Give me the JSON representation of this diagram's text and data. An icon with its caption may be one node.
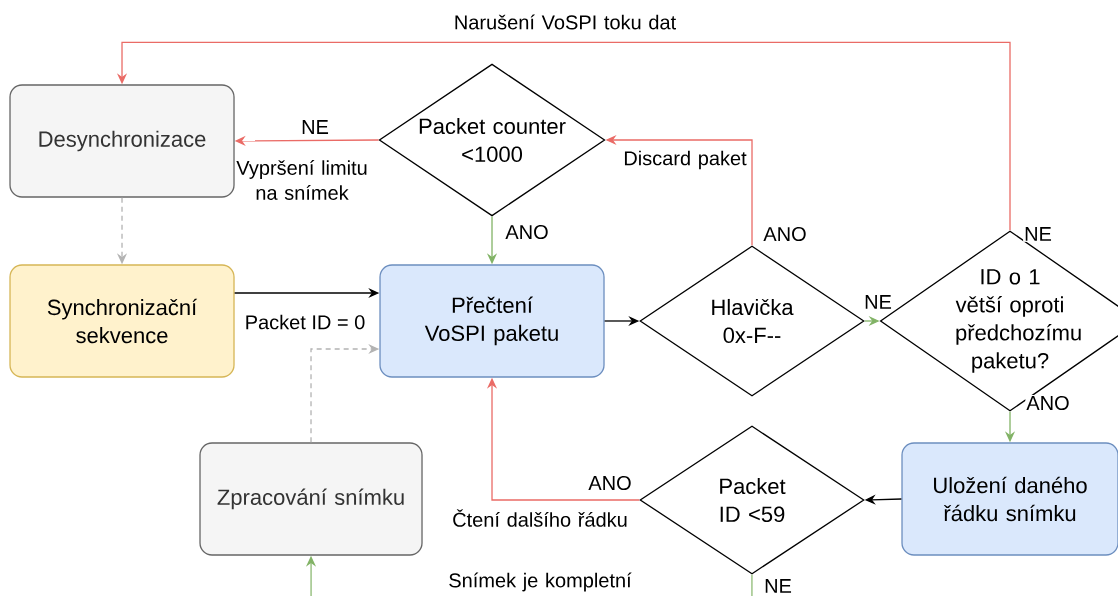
{
  "diagram": {
    "nodes": [
      {
        "text": [
          "Desynchronizace"
        ]
      },
      {
        "text": [
          "Packet counter <1000"
        ]
      },
      {
        "text": [
          "Synchronizační sekvence"
        ]
      },
      {
        "text": [
          "Přečtení VoSPI paketu"
        ]
      },
      {
        "text": [
          "Hlavička 0x-F--"
        ]
      },
      {
        "text": [
          "ID o 1 větší oproti předchozímu paketu?"
        ]
      },
      {
        "text": [
          "Zpracování snímku"
        ]
      },
      {
        "text": [
          "Packet ID <59"
        ]
      },
      {
        "text": [
          "Uložení daného řádku snímku"
        ]
      }
    ],
    "edges": [
      {
        "from": 1,
        "to": 0,
        "arrow": "to",
        "label": "NE",
        "color": "#ea6b66"
      },
      {
        "from": 0,
        "to": 2,
        "arrow": "to",
        "style": "dashed",
        "color": "#b3b3b3"
      },
      {
        "from": 1,
        "to": 3,
        "arrow": "to",
        "label": "ANO",
        "color": "#82b366"
      },
      {
        "from": 2,
        "to": 3,
        "arrow": "to",
        "label": "Packet ID = 0",
        "color": "#000000"
      },
      {
        "from": 3,
        "to": 4,
        "arrow": "to",
        "color": "#000000"
      },
      {
        "from": 4,
        "to": 1,
        "arrow": "to",
        "label": "ANO",
        "color": "#ea6b66"
      },
      {
        "from": 4,
        "to": 5,
        "arrow": "to",
        "label": "NE",
        "color": "#82b366"
      },
      {
        "from": 5,
        "to": 0,
        "arrow": "to",
        "label": "NE",
        "color": "#ea6b66"
      },
      {
        "from": 5,
        "to": 8,
        "arrow": "to",
        "label": "ANO",
        "color": "#82b366"
      },
      {
        "from": 8,
        "to": 7,
        "arrow": "to",
        "color": "#000000"
      },
      {
        "from": 7,
        "to": 3,
        "arrow": "to",
        "label": "ANO",
        "color": "#ea6b66"
      },
      {
        "from": 6,
        "to": 3,
        "arrow": "to",
        "style": "dashed",
        "color": "#b3b3b3"
      },
      {
        "from": null,
        "to": 6,
        "arrow": "to",
        "color": "#82b366"
      },
      {
        "from": 7,
        "to": null,
        "arrow": "none",
        "label": "NE",
        "color": "#82b366"
      }
    ],
    "labels": [
      "Narušení VoSPI toku dat",
      "Vypršení limitu na snímek",
      "Discard paket",
      "Čtení dalšího řádku",
      "Snímek je kompletní"
    ]
  }
}
